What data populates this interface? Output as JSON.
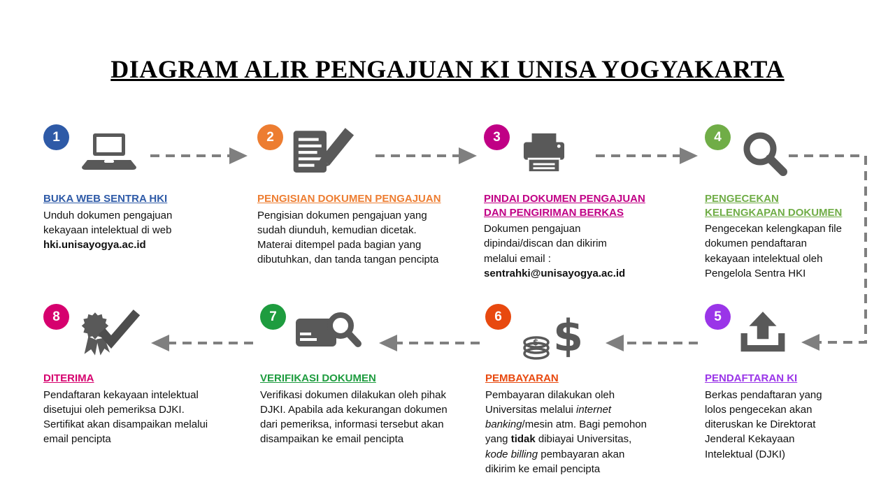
{
  "title": "DIAGRAM ALIR PENGAJUAN KI UNISA YOGYAKARTA",
  "colors": {
    "icon_gray": "#595959",
    "arrow_gray": "#7f7f7f"
  },
  "steps": [
    {
      "number": "1",
      "color": "#2e5aa7",
      "icon": "laptop-icon",
      "heading": "BUKA WEB SENTRA HKI",
      "body": [
        {
          "text": "Unduh dokumen pengajuan kekayaan intelektual di web "
        },
        {
          "text": "hki.unisayogya.ac.id",
          "bold": true,
          "block": true
        }
      ]
    },
    {
      "number": "2",
      "color": "#ed7d31",
      "icon": "document-pen-icon",
      "heading": "PENGISIAN DOKUMEN PENGAJUAN",
      "body": [
        {
          "text": "Pengisian dokumen pengajuan yang sudah diunduh, kemudian dicetak. Materai ditempel pada bagian yang dibutuhkan, dan tanda tangan pencipta"
        }
      ]
    },
    {
      "number": "3",
      "color": "#c00085",
      "icon": "printer-icon",
      "heading": "PINDAI DOKUMEN PENGAJUAN DAN PENGIRIMAN BERKAS",
      "body": [
        {
          "text": "Dokumen pengajuan dipindai/discan dan dikirim melalui email :"
        },
        {
          "text": "sentrahki@unisayogya.ac.id",
          "bold": true,
          "block": true
        }
      ]
    },
    {
      "number": "4",
      "color": "#70ad47",
      "icon": "search-icon",
      "heading": "PENGECEKAN KELENGKAPAN DOKUMEN",
      "body": [
        {
          "text": "Pengecekan kelengkapan file dokumen pendaftaran kekayaan intelektual oleh Pengelola Sentra HKI"
        }
      ]
    },
    {
      "number": "5",
      "color": "#9a35e8",
      "icon": "upload-icon",
      "heading": "PENDAFTARAN KI",
      "body": [
        {
          "text": "Berkas pendaftaran yang lolos pengecekan akan diteruskan ke Direktorat Jenderal Kekayaan Intelektual (DJKI)"
        }
      ]
    },
    {
      "number": "6",
      "color": "#e8490f",
      "icon": "money-icon",
      "heading": "PEMBAYARAN",
      "body": [
        {
          "text": "Pembayaran dilakukan oleh Universitas melalui "
        },
        {
          "text": "internet banking",
          "italic": true
        },
        {
          "text": "/mesin atm. Bagi pemohon yang "
        },
        {
          "text": "tidak",
          "bold": true
        },
        {
          "text": " dibiayai Universitas, "
        },
        {
          "text": "kode billing",
          "italic": true
        },
        {
          "text": " pembayaran akan dikirim ke email pencipta"
        }
      ]
    },
    {
      "number": "7",
      "color": "#1e9c3f",
      "icon": "card-search-icon",
      "heading": "VERIFIKASI DOKUMEN",
      "body": [
        {
          "text": "Verifikasi dokumen dilakukan oleh pihak DJKI. Apabila ada kekurangan dokumen dari pemeriksa, informasi tersebut akan disampaikan ke email pencipta"
        }
      ]
    },
    {
      "number": "8",
      "color": "#d6006e",
      "icon": "award-check-icon",
      "heading": "DITERIMA",
      "body": [
        {
          "text": "Pendaftaran kekayaan intelektual disetujui oleh pemeriksa DJKI. Sertifikat akan disampaikan melalui email pencipta"
        }
      ]
    }
  ]
}
